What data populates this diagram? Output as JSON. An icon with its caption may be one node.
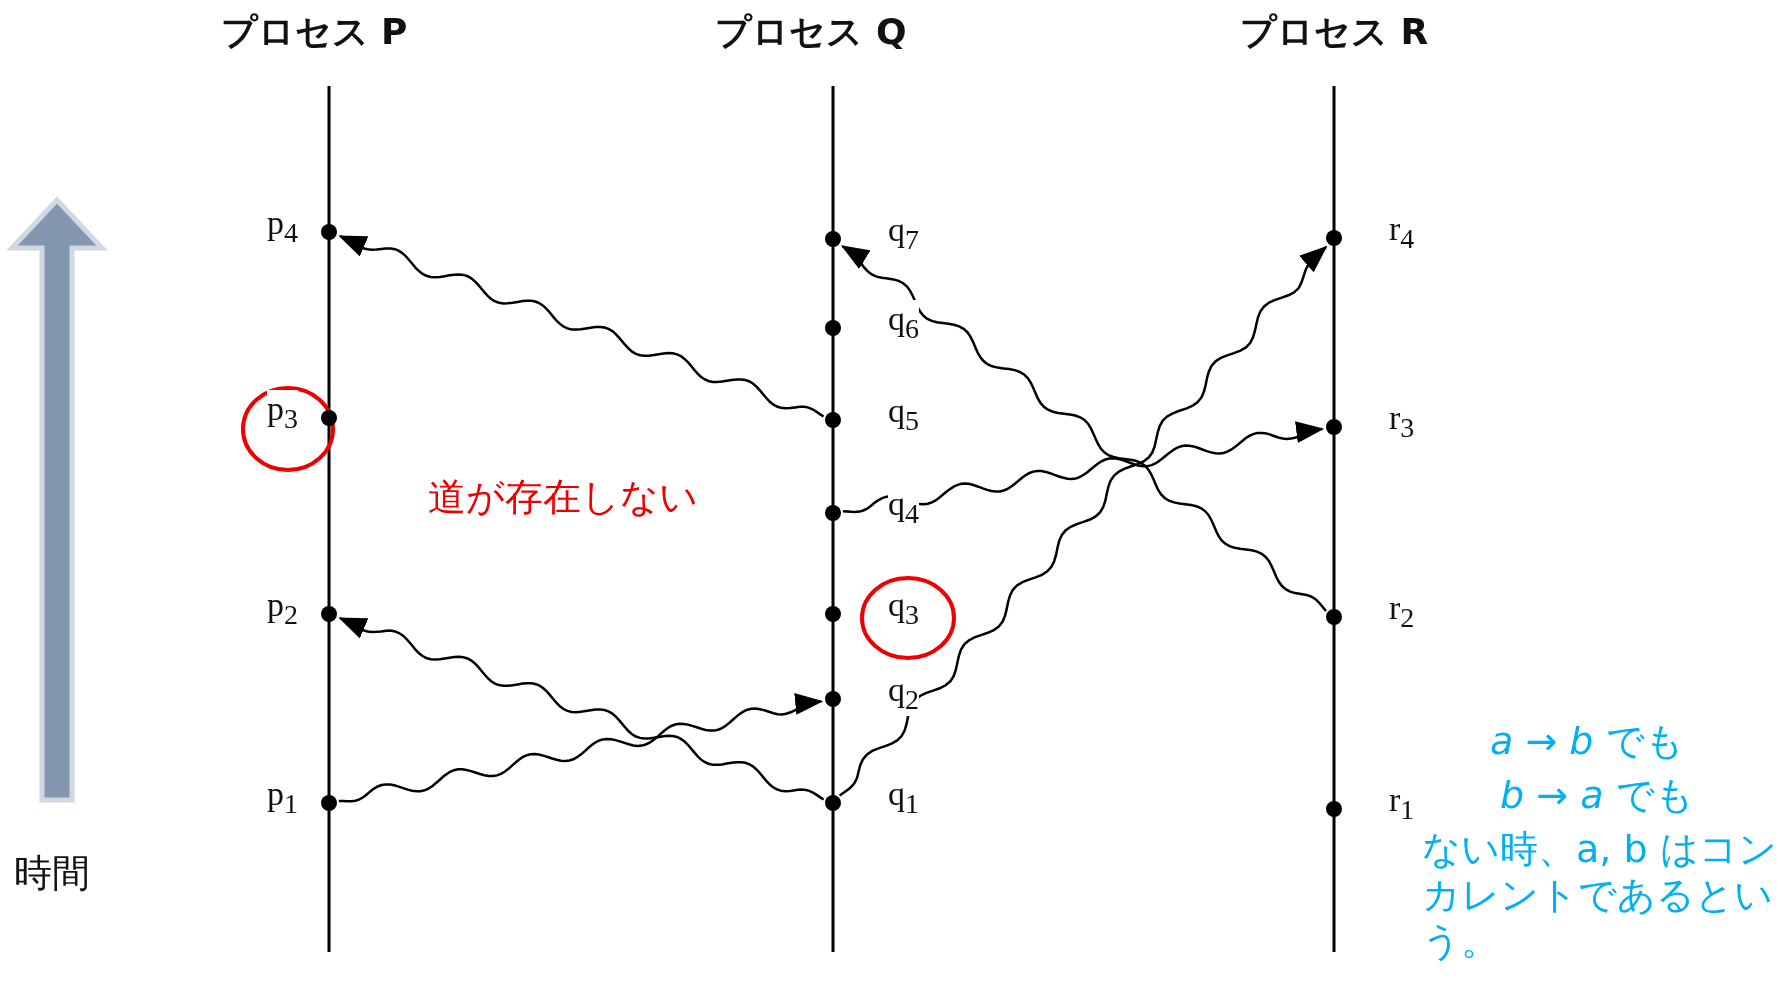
{
  "diagram": {
    "nodes": [
      {
        "text": [],
        "shape": "circle",
        "beside": [
          "p$_{1}$"
        ]
      },
      {
        "text": [],
        "shape": "circle",
        "beside": [
          "p$_{2}$"
        ]
      },
      {
        "text": [],
        "shape": "circle",
        "beside": [
          "p$_{3}$"
        ]
      },
      {
        "text": [],
        "shape": "circle",
        "beside": [
          "p$_{4}$"
        ]
      },
      {
        "text": [],
        "shape": "circle",
        "beside": [
          "q$_{1}$"
        ]
      },
      {
        "text": [],
        "shape": "circle",
        "beside": [
          "q$_{2}$"
        ]
      },
      {
        "text": [],
        "shape": "circle",
        "beside": [
          "q$_{3}$"
        ]
      },
      {
        "text": [],
        "shape": "circle",
        "beside": [
          "q$_{4}$"
        ]
      },
      {
        "text": [],
        "shape": "circle",
        "beside": [
          "q$_{5}$"
        ]
      },
      {
        "text": [],
        "shape": "circle",
        "beside": [
          "q$_{6}$"
        ]
      },
      {
        "text": [],
        "shape": "circle",
        "beside": [
          "q$_{7}$"
        ]
      },
      {
        "text": [],
        "shape": "circle",
        "beside": [
          "r$_{1}$"
        ]
      },
      {
        "text": [],
        "shape": "circle",
        "beside": [
          "r$_{2}$"
        ]
      },
      {
        "text": [],
        "shape": "circle",
        "beside": [
          "r$_{3}$"
        ]
      },
      {
        "text": [],
        "shape": "circle",
        "beside": [
          "r$_{4}$"
        ]
      }
    ],
    "edges": [
      {
        "from": 0,
        "to": 5,
        "arrow": "to"
      },
      {
        "from": 4,
        "to": 1,
        "arrow": "to"
      },
      {
        "from": 4,
        "to": 14,
        "arrow": "to"
      },
      {
        "from": 7,
        "to": 13,
        "arrow": "to"
      },
      {
        "from": 12,
        "to": 10,
        "arrow": "to"
      },
      {
        "from": 8,
        "to": 3,
        "arrow": "to"
      }
    ],
    "labels": [
      "プロセス P",
      "プロセス Q",
      "プロセス R",
      "時間",
      "道が存在しない",
      "*a* → *b* でも",
      "*b* → *a* でも",
      "ない時、a, b はコンカレントであるという。"
    ]
  }
}
